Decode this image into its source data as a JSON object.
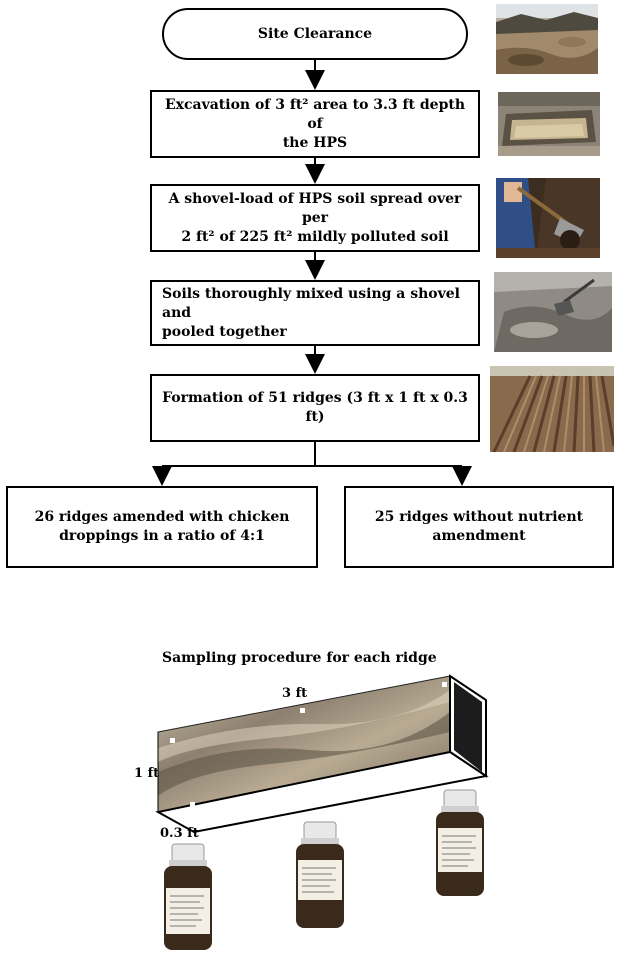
{
  "flow": {
    "start": "Site Clearance",
    "step1_line1": "Excavation of 3 ft² area to 3.3 ft depth of",
    "step1_line2": "the HPS",
    "step2_line1": "A shovel-load of  HPS soil spread over per",
    "step2_line2": "2 ft² of 225 ft²  mildly polluted soil",
    "step3_line1": "Soils thoroughly mixed using a shovel and",
    "step3_line2": "pooled together",
    "step4": "Formation of 51 ridges (3 ft x 1 ft x 0.3 ft)",
    "branch_left_line1": "26 ridges amended with chicken",
    "branch_left_line2": "droppings in a ratio of 4:1",
    "branch_right_line1": "25 ridges without nutrient",
    "branch_right_line2": "amendment"
  },
  "sampling": {
    "caption": "Sampling procedure for each ridge",
    "length_label": "3 ft",
    "height_label": "1 ft",
    "depth_label": "0.3 ft"
  }
}
